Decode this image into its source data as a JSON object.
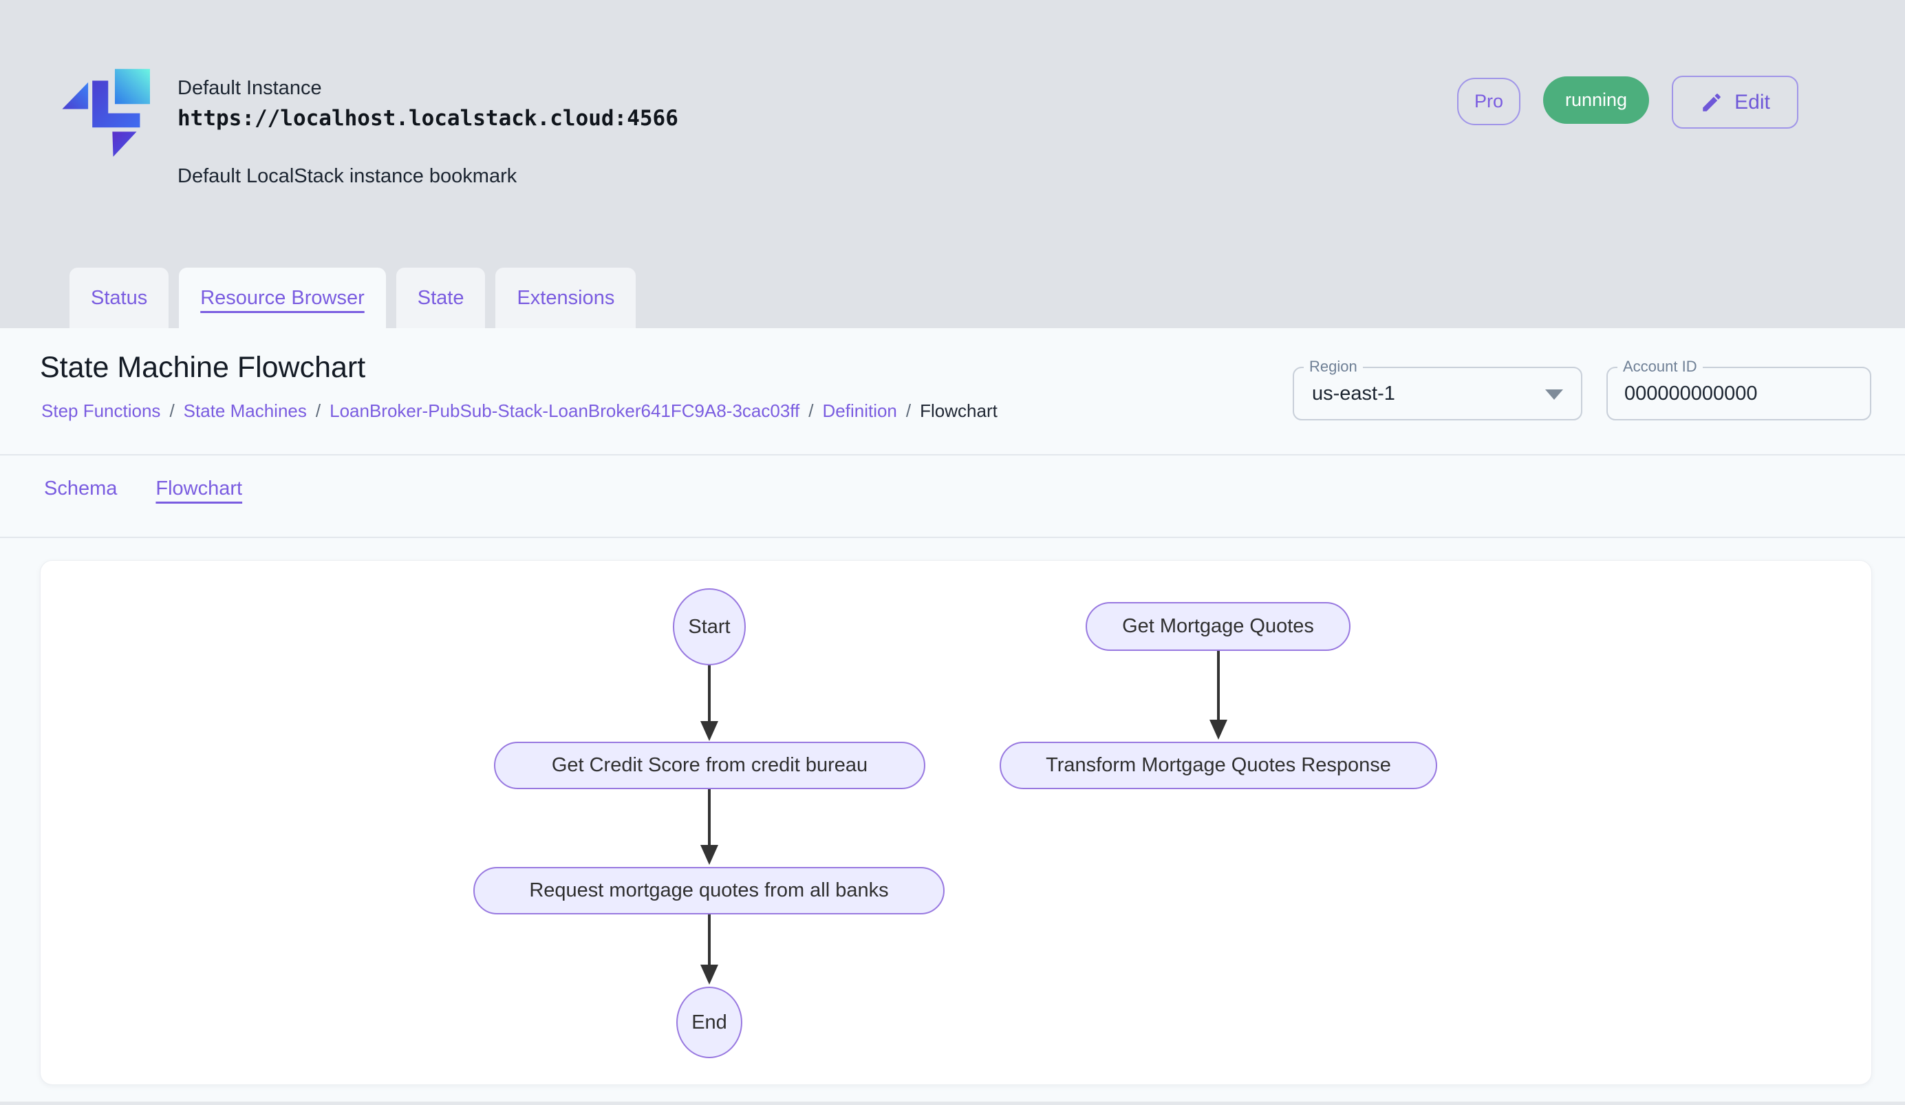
{
  "header": {
    "instance_name": "Default Instance",
    "instance_url": "https://localhost.localstack.cloud:4566",
    "instance_description": "Default LocalStack instance bookmark",
    "pro_badge": "Pro",
    "status_badge": "running",
    "edit_button": "Edit"
  },
  "tabs": [
    {
      "label": "Status",
      "active": false
    },
    {
      "label": "Resource Browser",
      "active": true
    },
    {
      "label": "State",
      "active": false
    },
    {
      "label": "Extensions",
      "active": false
    }
  ],
  "page": {
    "title": "State Machine Flowchart",
    "breadcrumb_separator": "/",
    "breadcrumb": [
      {
        "label": "Step Functions"
      },
      {
        "label": "State Machines"
      },
      {
        "label": "LoanBroker-PubSub-Stack-LoanBroker641FC9A8-3cac03ff"
      },
      {
        "label": "Definition"
      },
      {
        "label": "Flowchart"
      }
    ],
    "region": {
      "label": "Region",
      "value": "us-east-1"
    },
    "account": {
      "label": "Account ID",
      "value": "000000000000"
    },
    "subtabs": [
      {
        "label": "Schema",
        "active": false
      },
      {
        "label": "Flowchart",
        "active": true
      }
    ]
  },
  "flowchart": {
    "nodes": [
      {
        "id": "start",
        "label": "Start",
        "shape": "ellipse"
      },
      {
        "id": "get-credit-score",
        "label": "Get Credit Score from credit bureau",
        "shape": "stadium"
      },
      {
        "id": "request-quotes",
        "label": "Request mortgage quotes from all banks",
        "shape": "stadium"
      },
      {
        "id": "end",
        "label": "End",
        "shape": "ellipse"
      },
      {
        "id": "get-mortgage-quotes",
        "label": "Get Mortgage Quotes",
        "shape": "stadium"
      },
      {
        "id": "transform-response",
        "label": "Transform Mortgage Quotes Response",
        "shape": "stadium"
      }
    ],
    "edges": [
      {
        "from": "start",
        "to": "get-credit-score"
      },
      {
        "from": "get-credit-score",
        "to": "request-quotes"
      },
      {
        "from": "request-quotes",
        "to": "end"
      },
      {
        "from": "get-mortgage-quotes",
        "to": "transform-response"
      }
    ]
  },
  "colors": {
    "accent_purple": "#7a5ce0",
    "badge_green": "#4caf7d",
    "node_fill": "#ececff",
    "node_border": "#9878e0",
    "edge_stroke": "#333333",
    "header_background": "#dfe2e7",
    "panel_background": "#f7fafc"
  }
}
